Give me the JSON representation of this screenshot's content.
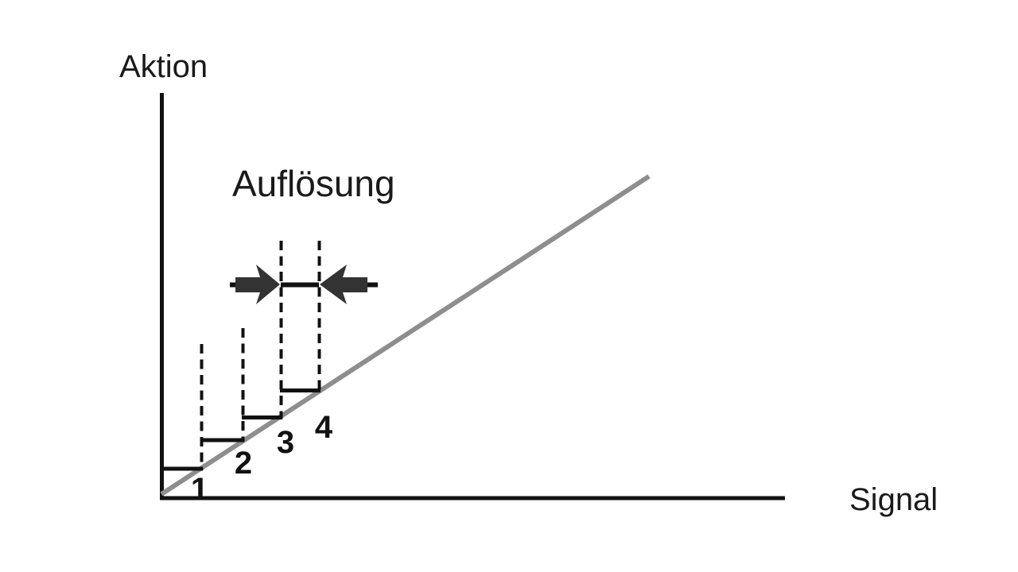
{
  "diagram": {
    "y_axis_label": "Aktion",
    "x_axis_label": "Signal",
    "annotation": "Auflösung",
    "step_labels": [
      "1",
      "2",
      "3",
      "4"
    ],
    "colors": {
      "axis_and_steps": "#111111",
      "diagonal_line": "#8e8e8e",
      "arrow": "#333333",
      "text": "#1a1a1a",
      "background": "#ffffff"
    }
  }
}
